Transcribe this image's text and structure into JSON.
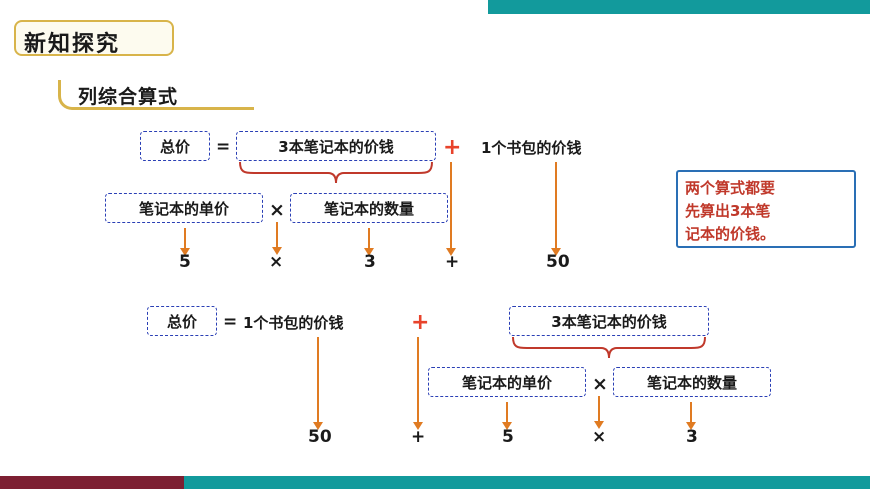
{
  "page": {
    "section_title": "新知探究",
    "sub_title": "列综合算式"
  },
  "colors": {
    "teal": "#129a9c",
    "maroon": "#7d1f32",
    "gold": "#d8b44a",
    "dashed_blue": "#2a3fb5",
    "arrow_orange": "#e07b22",
    "red": "#e8432b",
    "note_border": "#2a6fb5",
    "note_text": "#c0392b"
  },
  "note": {
    "lines": [
      "两个算式都要",
      "先算出3本笔",
      "记本的价钱。"
    ]
  },
  "expr1": {
    "row1": {
      "total_price": "总价",
      "equals": "=",
      "three_notebooks_price": "3本笔记本的价钱",
      "plus": "+",
      "one_bag_price": "1个书包的价钱"
    },
    "row2": {
      "unit_price": "笔记本的单价",
      "times": "×",
      "quantity": "笔记本的数量"
    },
    "row3": {
      "unit_price_value": "5",
      "times": "×",
      "quantity_value": "3",
      "plus": "+",
      "bag_value": "50"
    }
  },
  "expr2": {
    "row1": {
      "total_price": "总价",
      "equals": "=",
      "one_bag_price": "1个书包的价钱",
      "plus": "+",
      "three_notebooks_price": "3本笔记本的价钱"
    },
    "row2": {
      "unit_price": "笔记本的单价",
      "times": "×",
      "quantity": "笔记本的数量"
    },
    "row3": {
      "bag_value": "50",
      "plus": "+",
      "unit_price_value": "5",
      "times": "×",
      "quantity_value": "3"
    }
  }
}
